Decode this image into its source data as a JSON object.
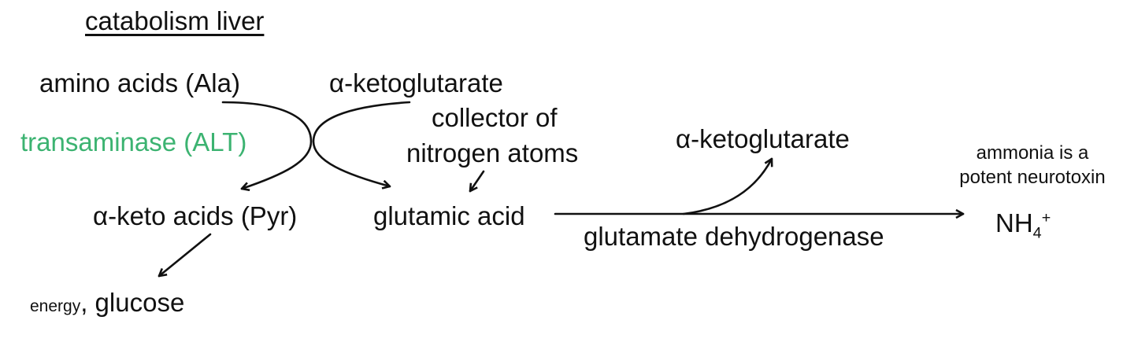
{
  "title": "catabolism liver",
  "nodes": {
    "amino_acids": "amino acids (Ala)",
    "akg_in": "α-ketoglutarate",
    "transaminase": "transaminase (ALT)",
    "collector": [
      "collector of",
      "nitrogen atoms"
    ],
    "keto_acids": "α-keto acids (Pyr)",
    "glutamic_acid": "glutamic acid",
    "akg_out": "α-ketoglutarate",
    "gdh": "glutamate dehydrogenase",
    "ammonia_note": [
      "ammonia is a",
      "potent neurotoxin"
    ],
    "nh4_main": "NH",
    "nh4_sub": "4",
    "nh4_sup": "+",
    "energy": "energy",
    "comma_glucose": ", glucose"
  },
  "colors": {
    "enzyme": "#3cb371",
    "text": "#111111",
    "line": "#111111"
  }
}
